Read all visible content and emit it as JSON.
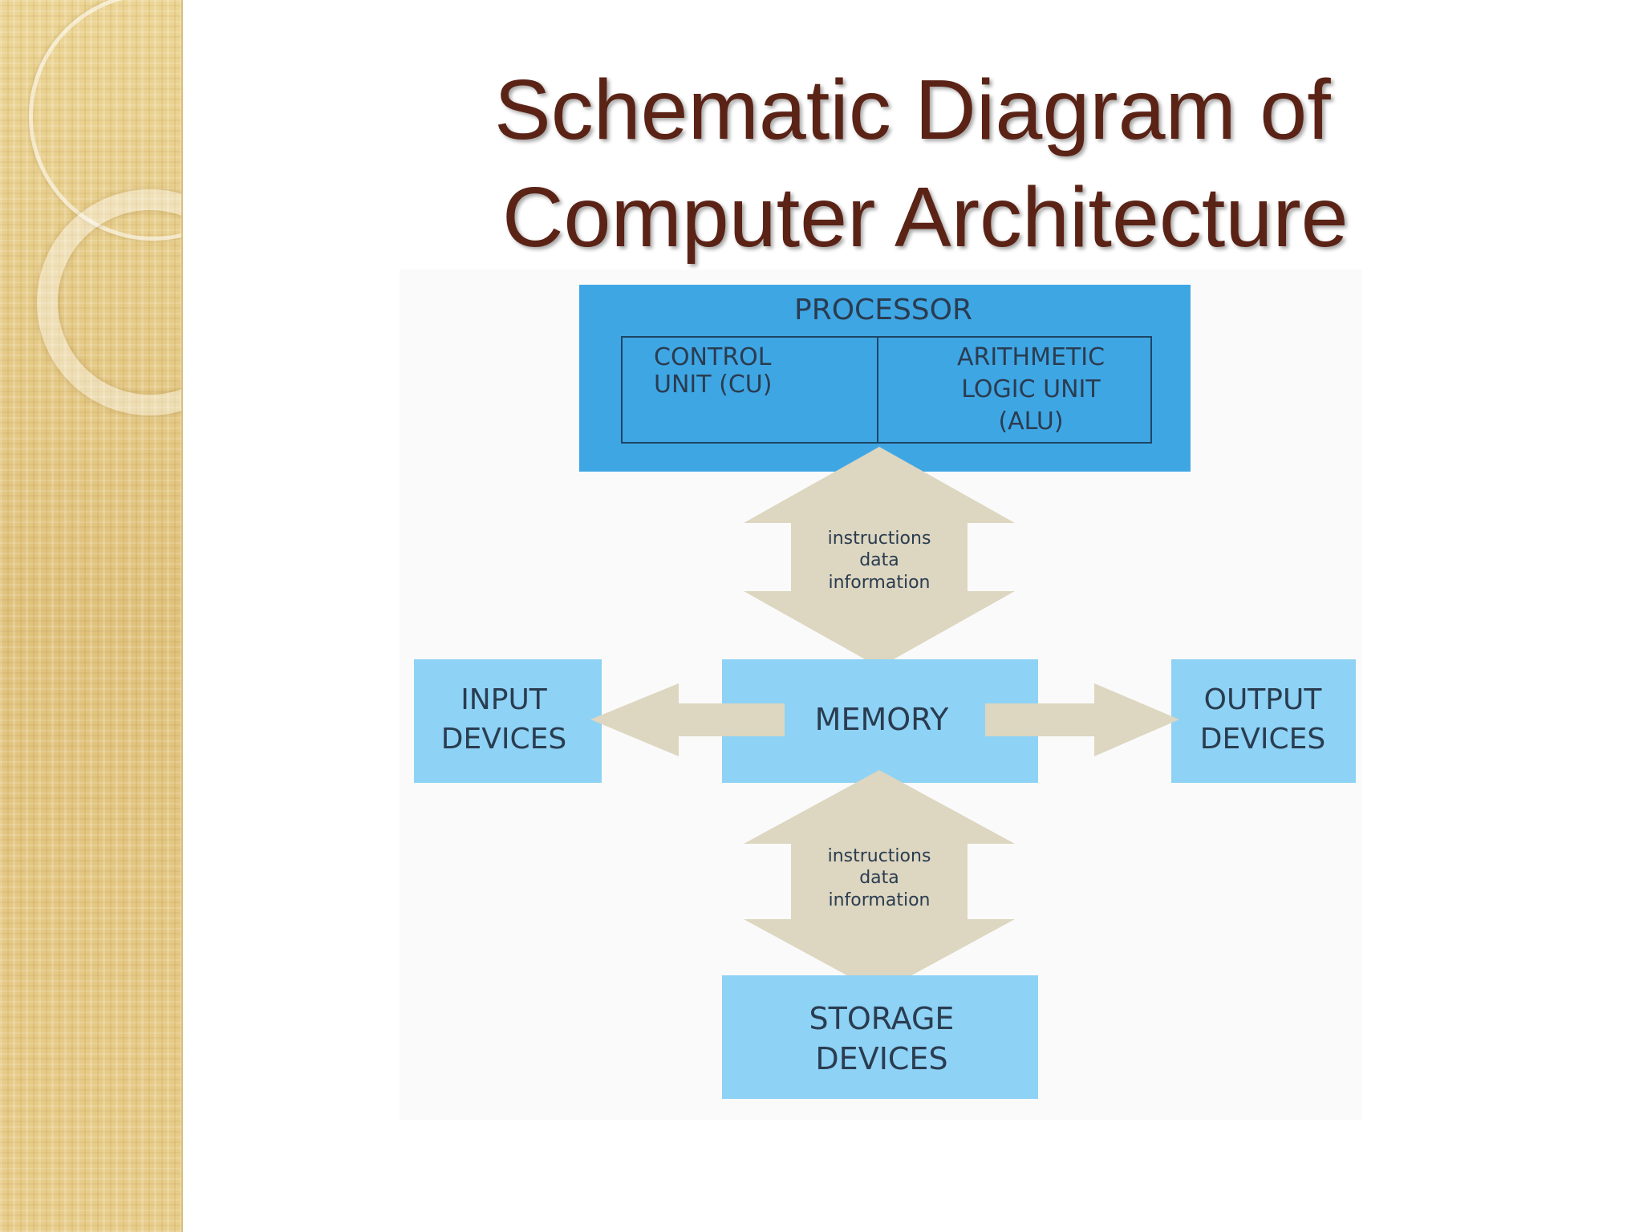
{
  "slide": {
    "title_line1": "Schematic Diagram of",
    "title_line2": "Computer Architecture"
  },
  "diagram": {
    "processor": {
      "title": "PROCESSOR",
      "cu_line1": "CONTROL",
      "cu_line2": "UNIT (CU)",
      "alu_line1": "ARITHMETIC",
      "alu_line2": "LOGIC UNIT",
      "alu_line3": "(ALU)"
    },
    "upper_arrow": {
      "line1": "instructions",
      "line2": "data",
      "line3": "information"
    },
    "memory": "MEMORY",
    "input": {
      "line1": "INPUT",
      "line2": "DEVICES"
    },
    "output": {
      "line1": "OUTPUT",
      "line2": "DEVICES"
    },
    "lower_arrow": {
      "line1": "instructions",
      "line2": "data",
      "line3": "information"
    },
    "storage": {
      "line1": "STORAGE",
      "line2": "DEVICES"
    }
  },
  "colors": {
    "processor_fill": "#3fa6e4",
    "box_fill": "#8ed2f5",
    "arrow_fill": "#ddd6c0",
    "title_color": "#5a2316",
    "sidebar": "#e6cc8a"
  }
}
